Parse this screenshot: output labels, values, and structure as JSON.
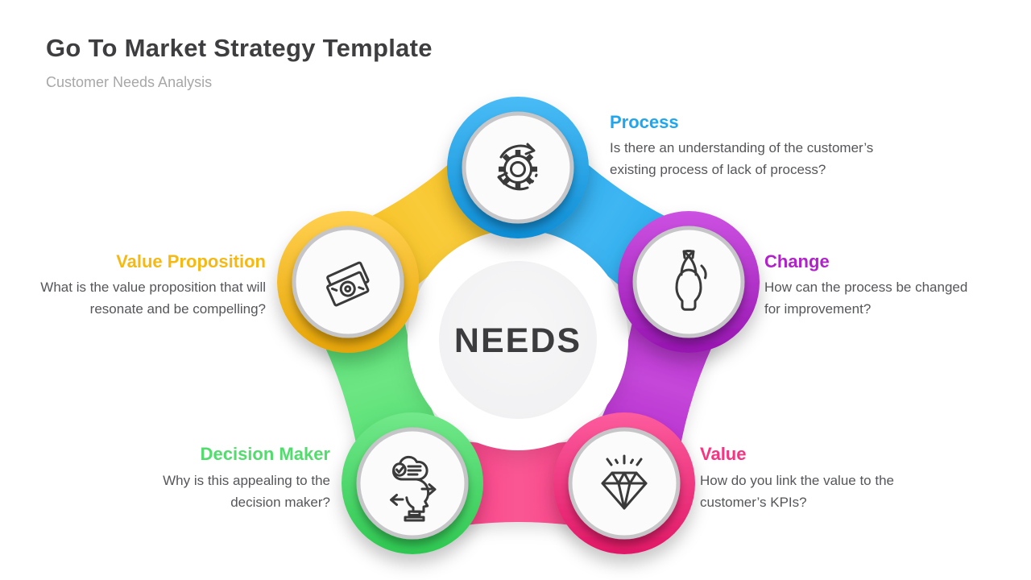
{
  "slide": {
    "title": "Go To Market Strategy Template",
    "subtitle": "Customer Needs Analysis"
  },
  "diagram": {
    "center_label": "NEEDS",
    "items": [
      {
        "id": "process",
        "label": "Process",
        "description": "Is there an understanding of the customer’s existing process of lack of process?",
        "color": "#1FA6EE",
        "icon": "process-cycle-gear-icon"
      },
      {
        "id": "change",
        "label": "Change",
        "description": "How can the process be changed for improvement?",
        "color": "#B122CB",
        "icon": "mind-change-arrows-icon"
      },
      {
        "id": "value",
        "label": "Value",
        "description": "How do you link the value to the customer’s KPIs?",
        "color": "#F8337F",
        "icon": "diamond-icon"
      },
      {
        "id": "decision-maker",
        "label": "Decision Maker",
        "description": "Why is this appealing to the decision maker?",
        "color": "#52DC6D",
        "icon": "decision-head-arrows-icon"
      },
      {
        "id": "value-proposition",
        "label": "Value Proposition",
        "description": "What is the value proposition that will resonate and be compelling?",
        "color": "#F6B913",
        "icon": "money-banknotes-icon"
      }
    ]
  }
}
